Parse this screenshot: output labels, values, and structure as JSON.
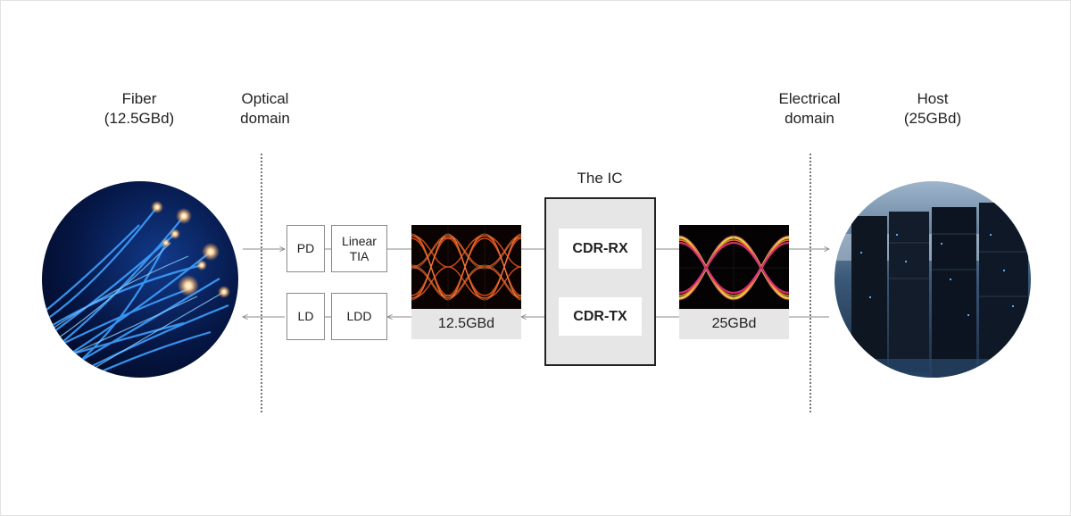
{
  "labels": {
    "fiber": [
      "Fiber",
      "(12.5GBd)"
    ],
    "optical": [
      "Optical",
      "domain"
    ],
    "electrical": [
      "Electrical",
      "domain"
    ],
    "host": [
      "Host",
      "(25GBd)"
    ],
    "ic_title": "The IC"
  },
  "blocks": {
    "pd": "PD",
    "tia": [
      "Linear",
      "TIA"
    ],
    "ld": "LD",
    "ldd": "LDD",
    "cdr_rx": "CDR-RX",
    "cdr_tx": "CDR-TX"
  },
  "eye_diagrams": {
    "optical_rate": "12.5GBd",
    "electrical_rate": "25GBd"
  },
  "colors": {
    "eye_optical": "#ff5a1a",
    "eye_electrical_outer": "#ffe04a",
    "eye_electrical_inner": "#e0307a",
    "fiber_glow": "#2f8cff",
    "ic_fill": "#e6e6e6"
  },
  "images": {
    "fiber": "fiber-optic-bundle",
    "host": "server-racks"
  }
}
